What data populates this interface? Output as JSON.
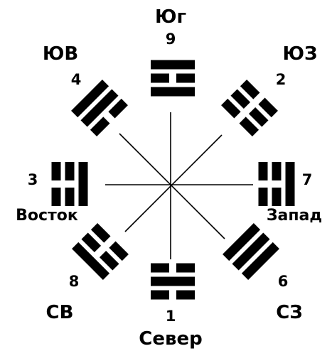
{
  "colors": {
    "ink": "#000000",
    "background": "#ffffff"
  },
  "center_label": "",
  "trigrams": [
    {
      "id": "south",
      "direction": "Юг",
      "number": "9",
      "lines": [
        "solid",
        "broken",
        "solid"
      ]
    },
    {
      "id": "southeast",
      "direction": "ЮВ",
      "number": "4",
      "lines": [
        "solid",
        "solid",
        "broken"
      ]
    },
    {
      "id": "southwest",
      "direction": "ЮЗ",
      "number": "2",
      "lines": [
        "broken",
        "broken",
        "broken"
      ]
    },
    {
      "id": "east",
      "direction": "Восток",
      "number": "3",
      "lines": [
        "broken",
        "broken",
        "solid"
      ]
    },
    {
      "id": "west",
      "direction": "Запад",
      "number": "7",
      "lines": [
        "solid",
        "broken",
        "broken"
      ]
    },
    {
      "id": "northeast",
      "direction": "СВ",
      "number": "8",
      "lines": [
        "solid",
        "broken",
        "broken"
      ]
    },
    {
      "id": "northwest",
      "direction": "СЗ",
      "number": "6",
      "lines": [
        "solid",
        "solid",
        "solid"
      ]
    },
    {
      "id": "north",
      "direction": "Север",
      "number": "1",
      "lines": [
        "broken",
        "solid",
        "broken"
      ]
    }
  ]
}
